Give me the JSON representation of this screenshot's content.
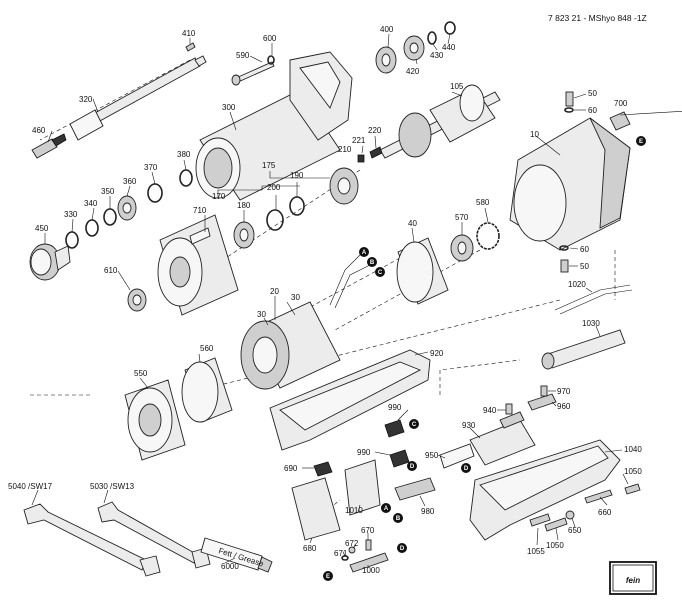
{
  "document": {
    "code": "7 823 21 - MShyo 848 -1Z",
    "logo_text": "fein"
  },
  "callouts": [
    "410",
    "600",
    "590",
    "400",
    "420",
    "430",
    "440",
    "320",
    "300",
    "105",
    "460",
    "370",
    "380",
    "220",
    "221",
    "210",
    "360",
    "350",
    "340",
    "330",
    "175",
    "170",
    "200",
    "190",
    "710",
    "180",
    "450",
    "610",
    "20",
    "30",
    "30",
    "560",
    "550",
    "40",
    "570",
    "580",
    "10",
    "50",
    "60",
    "700",
    "60",
    "50",
    "1020",
    "1030",
    "920",
    "970",
    "960",
    "940",
    "930",
    "990",
    "990",
    "950",
    "1040",
    "1050",
    "690",
    "1010",
    "980",
    "660",
    "650",
    "1055",
    "1050",
    "670",
    "672",
    "671",
    "1000",
    "680",
    "6000",
    "5040 /SW17",
    "5030 /SW13"
  ],
  "badges": [
    "A",
    "B",
    "C",
    "E",
    "D",
    "C",
    "D",
    "A",
    "B",
    "D",
    "E"
  ],
  "tube_label": "Fett / Grease"
}
